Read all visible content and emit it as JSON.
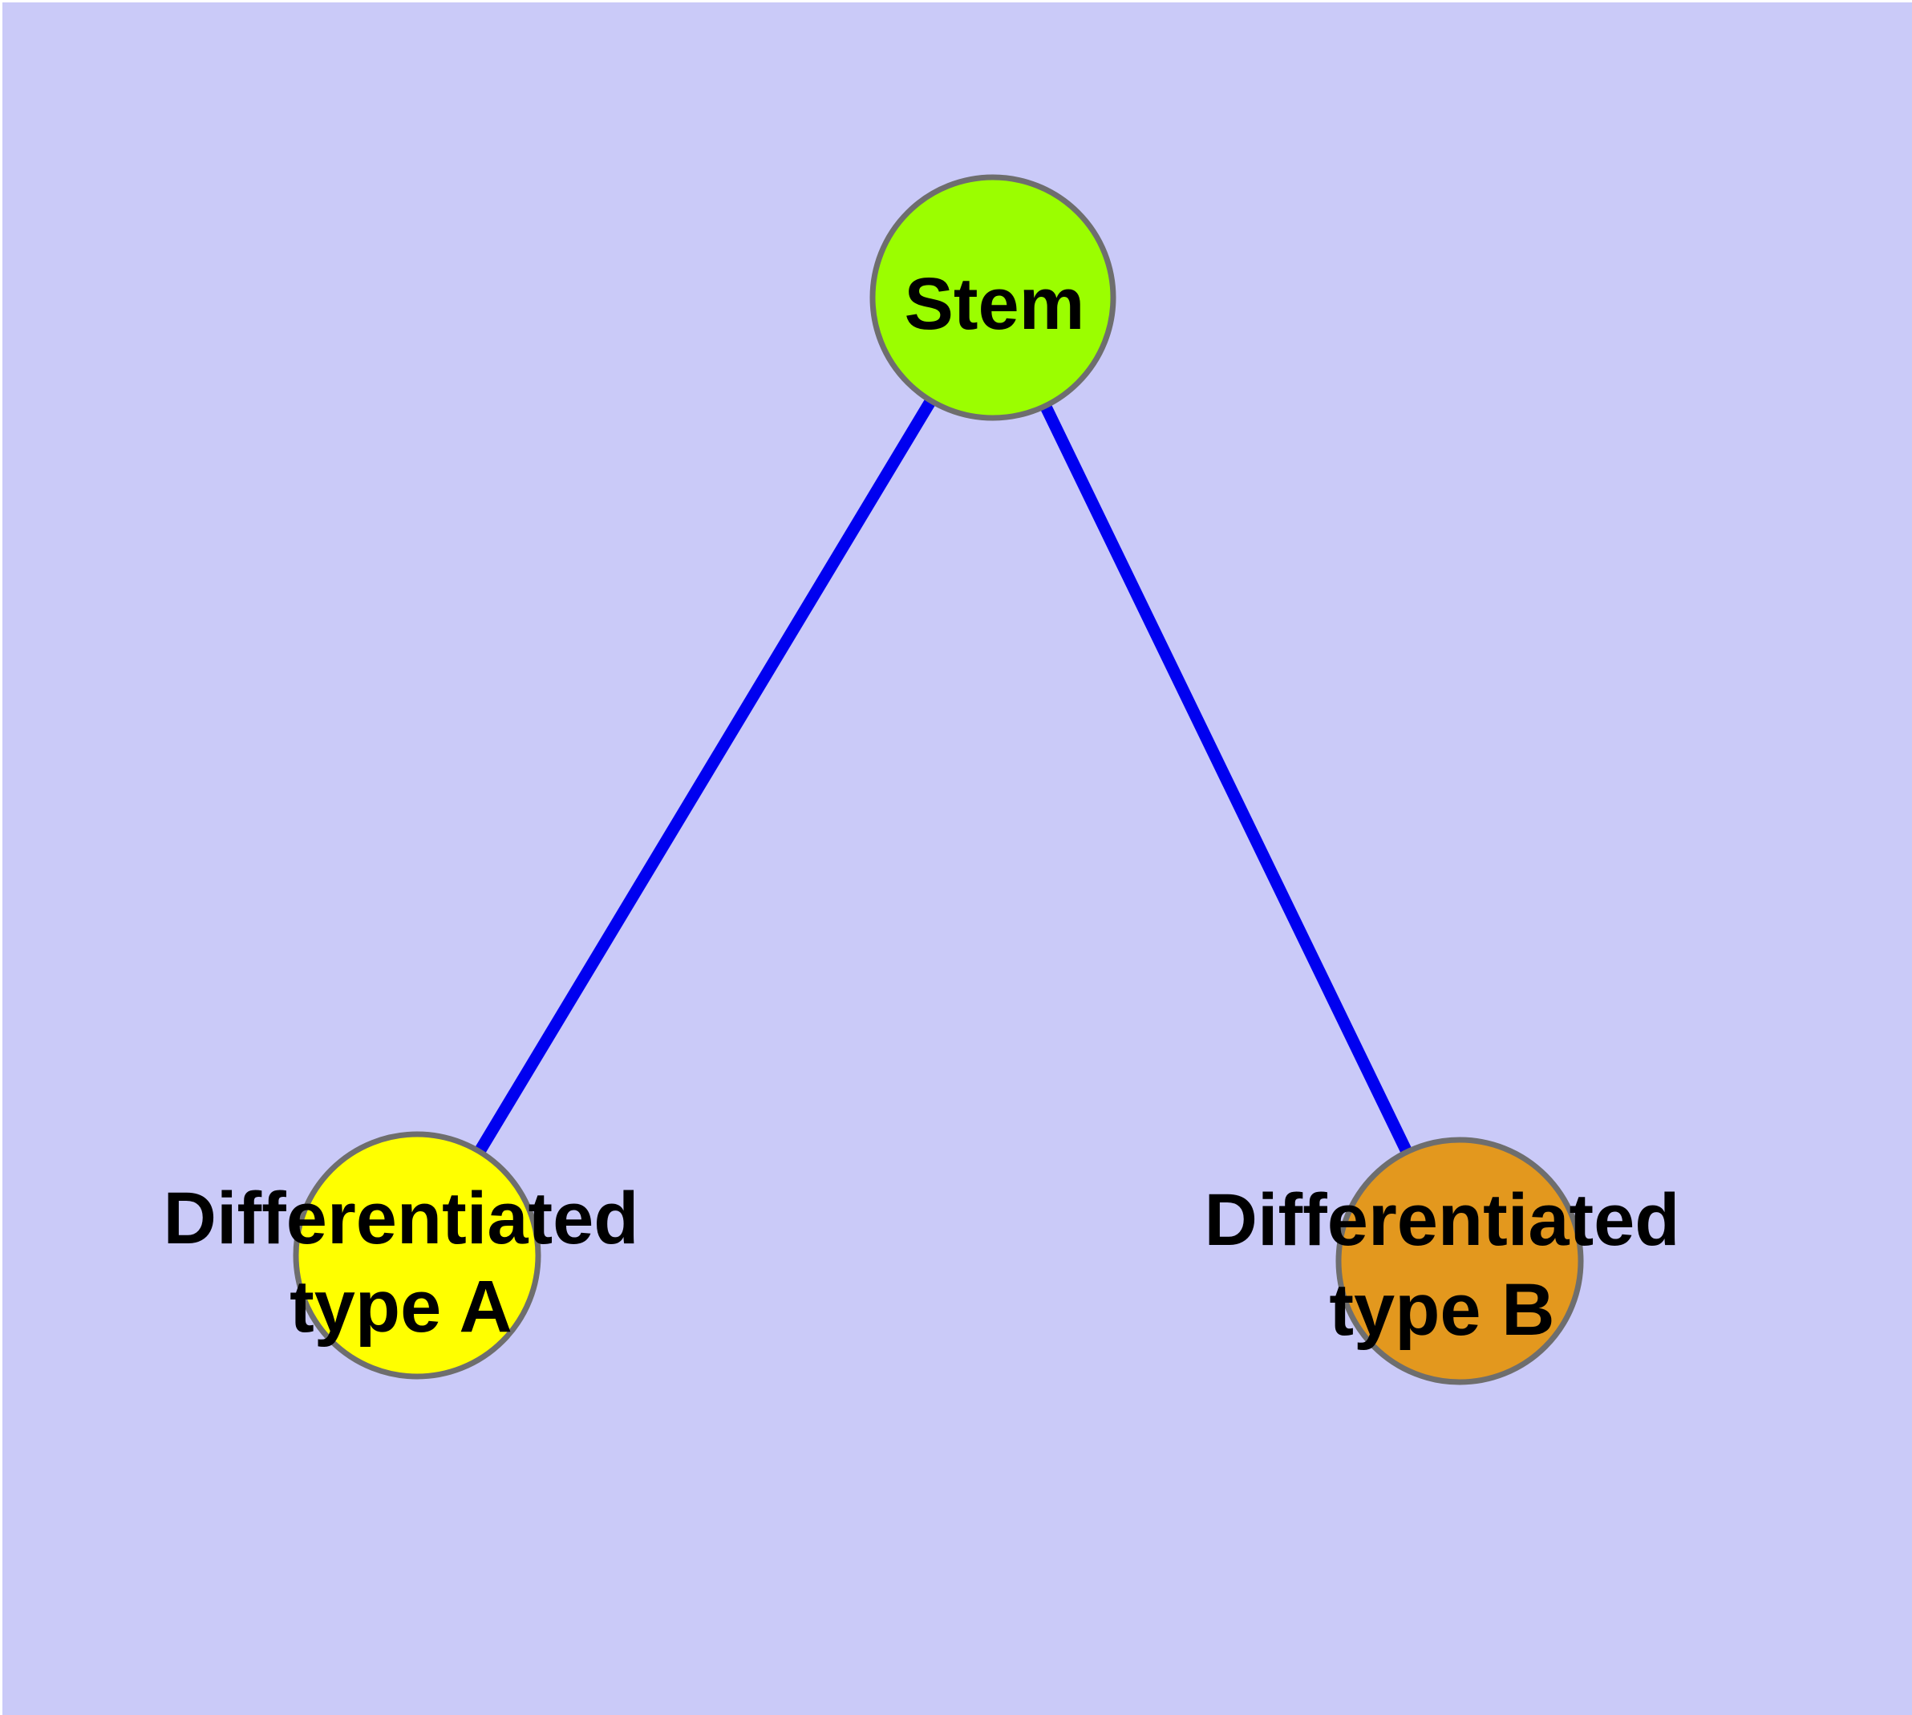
{
  "figure": {
    "type": "network-diagram",
    "background_color": "#CACAF8",
    "page_border_color": "#FFFFFF",
    "node_border_color": "#6E6E6E",
    "edge_color": "#0000F0",
    "label_color": "#000000",
    "nodes": [
      {
        "id": "stem",
        "label": "Stem",
        "fill": "#9BFE00"
      },
      {
        "id": "differentiated-type-a",
        "label_line1": "Differentiated",
        "label_line2": "type A",
        "fill": "#FFFF00"
      },
      {
        "id": "differentiated-type-b",
        "label_line1": "Differentiated",
        "label_line2": "type B",
        "fill": "#E3981E"
      }
    ],
    "edges": [
      {
        "from": "stem",
        "to": "differentiated-type-a"
      },
      {
        "from": "stem",
        "to": "differentiated-type-b"
      }
    ]
  }
}
